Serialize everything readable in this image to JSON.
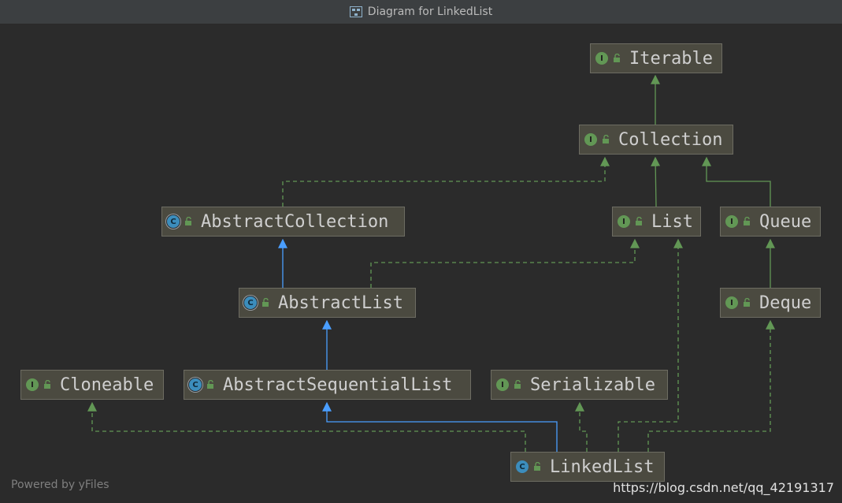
{
  "window": {
    "title": "Diagram for LinkedList",
    "title_icon": "diagram-icon"
  },
  "nodes": {
    "iterable": {
      "label": "Iterable",
      "kind": "interface"
    },
    "collection": {
      "label": "Collection",
      "kind": "interface"
    },
    "abstract_collection": {
      "label": "AbstractCollection",
      "kind": "abstract-class"
    },
    "list": {
      "label": "List",
      "kind": "interface"
    },
    "queue": {
      "label": "Queue",
      "kind": "interface"
    },
    "abstract_list": {
      "label": "AbstractList",
      "kind": "abstract-class"
    },
    "deque": {
      "label": "Deque",
      "kind": "interface"
    },
    "cloneable": {
      "label": "Cloneable",
      "kind": "interface"
    },
    "abstract_sequential_list": {
      "label": "AbstractSequentialList",
      "kind": "abstract-class"
    },
    "serializable": {
      "label": "Serializable",
      "kind": "interface"
    },
    "linked_list": {
      "label": "LinkedList",
      "kind": "class"
    }
  },
  "badge_letters": {
    "interface": "I",
    "class": "C",
    "abstract-class": "C"
  },
  "colors": {
    "extends": "#4a9eff",
    "implements": "#629755",
    "background": "#2b2b2b",
    "node_fill": "#4b4a40"
  },
  "footer": {
    "powered_by": "Powered by yFiles",
    "watermark": "https://blog.csdn.net/qq_42191317"
  }
}
